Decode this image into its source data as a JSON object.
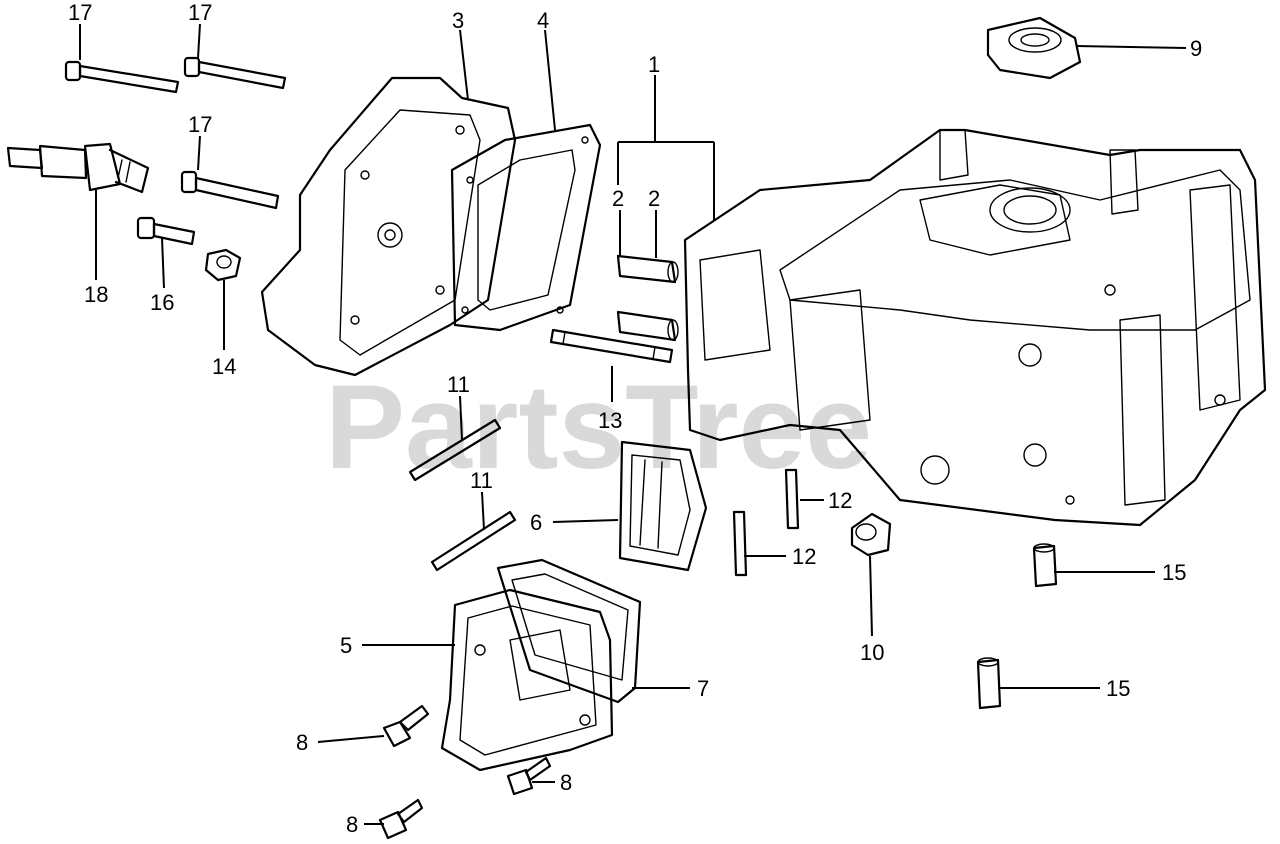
{
  "watermark": "PartsTree",
  "callouts": [
    {
      "id": "c1",
      "text": "1"
    },
    {
      "id": "c2a",
      "text": "2"
    },
    {
      "id": "c2b",
      "text": "2"
    },
    {
      "id": "c3",
      "text": "3"
    },
    {
      "id": "c4",
      "text": "4"
    },
    {
      "id": "c5",
      "text": "5"
    },
    {
      "id": "c6",
      "text": "6"
    },
    {
      "id": "c7",
      "text": "7"
    },
    {
      "id": "c8a",
      "text": "8"
    },
    {
      "id": "c8b",
      "text": "8"
    },
    {
      "id": "c8c",
      "text": "8"
    },
    {
      "id": "c9",
      "text": "9"
    },
    {
      "id": "c10",
      "text": "10"
    },
    {
      "id": "c11a",
      "text": "11"
    },
    {
      "id": "c11b",
      "text": "11"
    },
    {
      "id": "c12a",
      "text": "12"
    },
    {
      "id": "c12b",
      "text": "12"
    },
    {
      "id": "c13",
      "text": "13"
    },
    {
      "id": "c14",
      "text": "14"
    },
    {
      "id": "c15a",
      "text": "15"
    },
    {
      "id": "c15b",
      "text": "15"
    },
    {
      "id": "c16",
      "text": "16"
    },
    {
      "id": "c17a",
      "text": "17"
    },
    {
      "id": "c17b",
      "text": "17"
    },
    {
      "id": "c17c",
      "text": "17"
    },
    {
      "id": "c18",
      "text": "18"
    }
  ]
}
